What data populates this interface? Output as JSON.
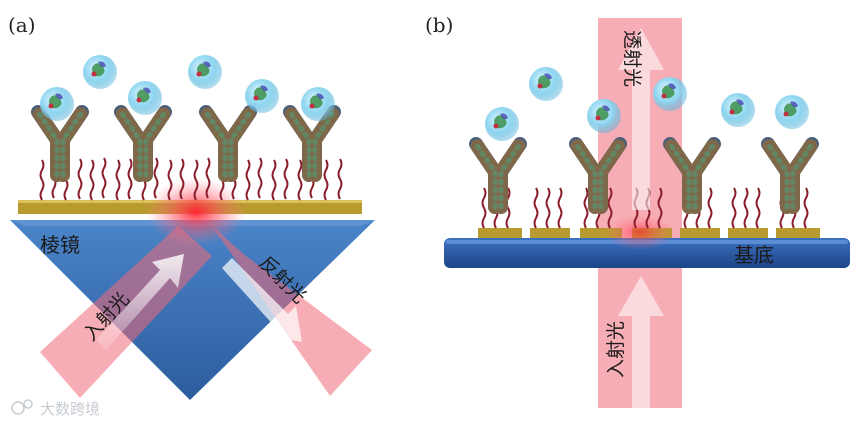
{
  "panel_a": {
    "label": "(a)",
    "prism_label": "棱镜",
    "incident_label": "入射光",
    "reflected_label": "反射光"
  },
  "panel_b": {
    "label": "(b)",
    "substrate_label": "基底",
    "transmitted_label": "透射光",
    "incident_label": "入射光"
  },
  "watermark": "大数跨境",
  "colors": {
    "prism": "#3d73b6",
    "gold": "#b89a2e",
    "substrate": "#2e5aa6",
    "beam": "#f06a78",
    "linker": "#8a1e2a",
    "antigen": "#8fd6f0"
  }
}
